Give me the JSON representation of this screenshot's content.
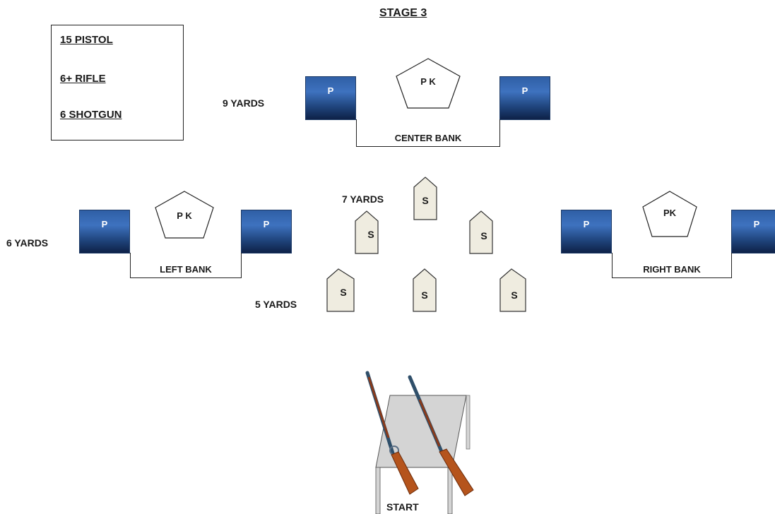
{
  "title": "STAGE 3",
  "legend": {
    "pistol": "15 PISTOL",
    "rifle": "6+ RIFLE",
    "shotgun": "6 SHOTGUN"
  },
  "distances": {
    "nine": "9 YARDS",
    "seven": "7 YARDS",
    "six": "6 YARDS",
    "five": "5 YARDS"
  },
  "banks": {
    "center": {
      "label": "CENTER BANK",
      "pistol_targets": [
        "P",
        "P"
      ],
      "knockdown": "P K"
    },
    "left": {
      "label": "LEFT BANK",
      "pistol_targets": [
        "P",
        "P"
      ],
      "knockdown": "P K"
    },
    "right": {
      "label": "RIGHT BANK",
      "pistol_targets": [
        "P",
        "P"
      ],
      "knockdown": "PK"
    }
  },
  "shotgun_targets": [
    "S",
    "S",
    "S",
    "S",
    "S",
    "S"
  ],
  "start_label": "START",
  "colors": {
    "pistol_target": "#2f5fa5",
    "shotgun_target": "#efece0",
    "table": "#d4d4d4",
    "rifle_stock": "#b5541c",
    "rifle_barrel": "#3a5f7a"
  }
}
